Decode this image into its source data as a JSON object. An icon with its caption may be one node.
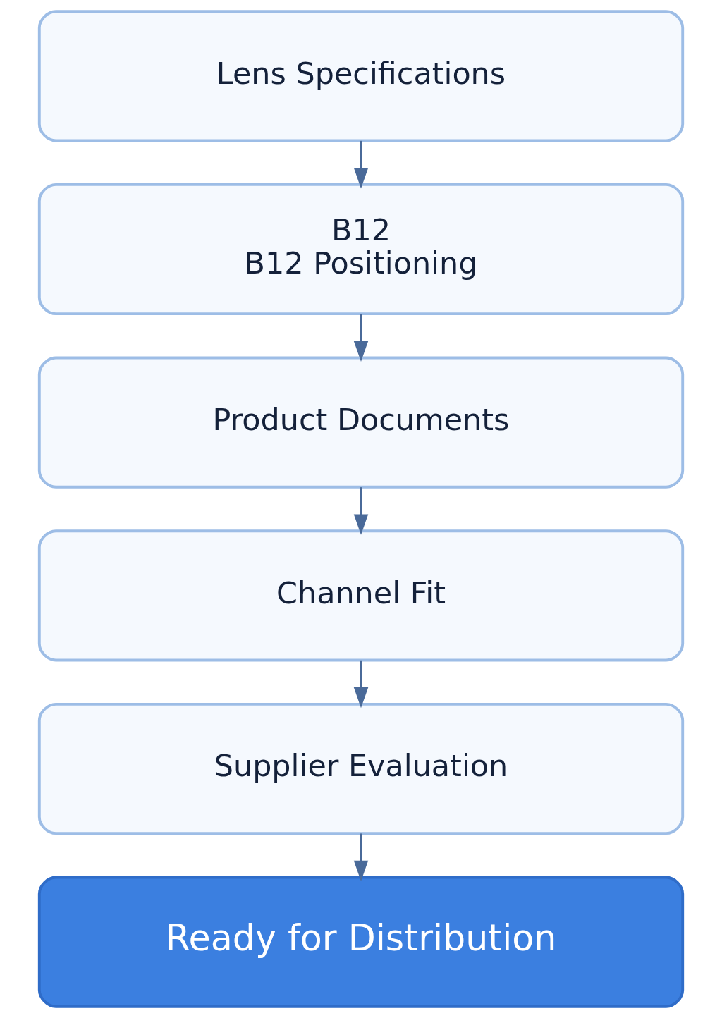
{
  "diagram": {
    "nodes": [
      {
        "text": [
          "Lens Specifications"
        ]
      },
      {
        "text": [
          "B12",
          "B12 Positioning"
        ]
      },
      {
        "text": [
          "Product Documents"
        ]
      },
      {
        "text": [
          "Channel Fit"
        ]
      },
      {
        "text": [
          "Supplier Evaluation"
        ]
      },
      {
        "text": [
          "Ready for Distribution"
        ]
      }
    ],
    "edges": [
      {
        "from": 0,
        "to": 1,
        "arrow": "to"
      },
      {
        "from": 1,
        "to": 2,
        "arrow": "to"
      },
      {
        "from": 2,
        "to": 3,
        "arrow": "to"
      },
      {
        "from": 3,
        "to": 4,
        "arrow": "to"
      },
      {
        "from": 4,
        "to": 5,
        "arrow": "to"
      }
    ]
  }
}
